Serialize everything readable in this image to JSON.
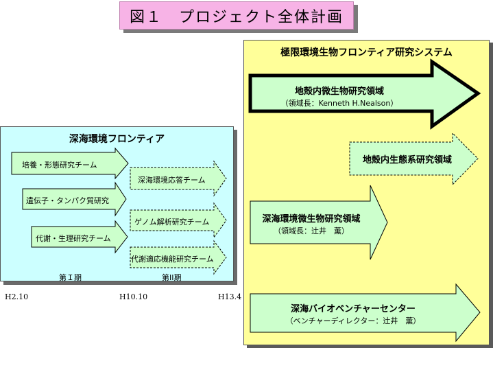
{
  "title": "図１　プロジェクト全体計画",
  "right_panel": {
    "title": "極限環境生物フロンティア研究システム",
    "areas": [
      {
        "name": "地殻内微生物研究領域",
        "leader": "（領域長：Kenneth H.Nealson）"
      },
      {
        "name": "地殻内生態系研究領域",
        "leader": ""
      },
      {
        "name": "深海環境微生物研究領域",
        "leader": "（領域長：辻井　薫）"
      },
      {
        "name": "深海バイオベンチャーセンター",
        "leader": "（ベンチャーディレクター：辻井　薫）"
      }
    ]
  },
  "left_panel": {
    "title": "深海環境フロンティア",
    "phase1_teams": [
      "培養・形態研究チーム",
      "遺伝子・タンパク質研究",
      "代謝・生理研究チーム"
    ],
    "phase2_teams": [
      "深海環境応答チーム",
      "ゲノム解析研究チーム",
      "代謝適応機能研究チーム"
    ],
    "phase1_label": "第Ｉ期",
    "phase2_label": "第II期"
  },
  "timeline": [
    "H2.10",
    "H10.10",
    "H13.4"
  ],
  "colors": {
    "title_bg": "#f7b3e6",
    "right_panel_bg": "#ffff99",
    "left_panel_bg": "#ccffff",
    "arrow_fill": "#ccffcc"
  }
}
